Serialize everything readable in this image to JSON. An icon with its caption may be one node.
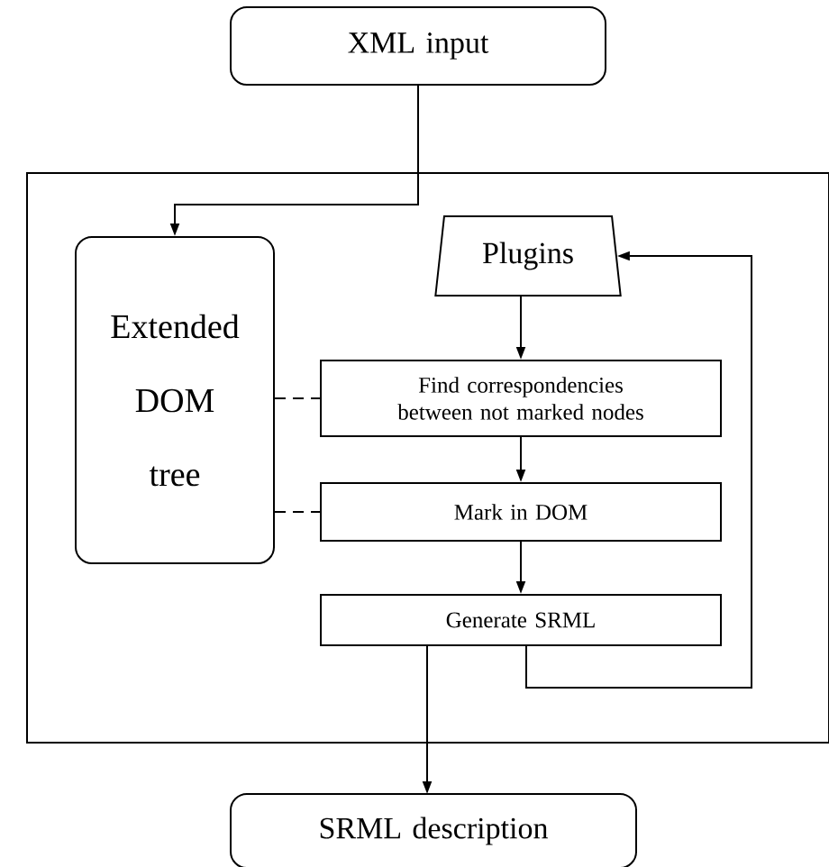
{
  "diagram": {
    "nodes": [
      {
        "text": [
          "XML input"
        ]
      },
      {
        "text": [],
        "shape": "box"
      },
      {
        "text": [
          "Extended DOM tree"
        ],
        "in": 1
      },
      {
        "text": [
          "Plugins"
        ],
        "in": 1
      },
      {
        "text": [
          "Find correspondencies between not marked nodes"
        ],
        "in": 1
      },
      {
        "text": [
          "Mark in DOM"
        ],
        "in": 1
      },
      {
        "text": [
          "Generate SRML"
        ],
        "in": 1
      },
      {
        "text": [
          "SRML description"
        ]
      }
    ],
    "edges": [
      {
        "from": 0,
        "to": 2,
        "arrow": "to"
      },
      {
        "from": 3,
        "to": 4,
        "arrow": "to"
      },
      {
        "from": 4,
        "to": 5,
        "arrow": "to"
      },
      {
        "from": 5,
        "to": 6,
        "arrow": "to"
      },
      {
        "from": 6,
        "to": 3,
        "arrow": "to"
      },
      {
        "from": 6,
        "to": 7,
        "arrow": "to"
      },
      {
        "from": 2,
        "to": 4,
        "arrow": "none",
        "style": "dashed"
      },
      {
        "from": 2,
        "to": 5,
        "arrow": "none",
        "style": "dashed"
      }
    ]
  }
}
